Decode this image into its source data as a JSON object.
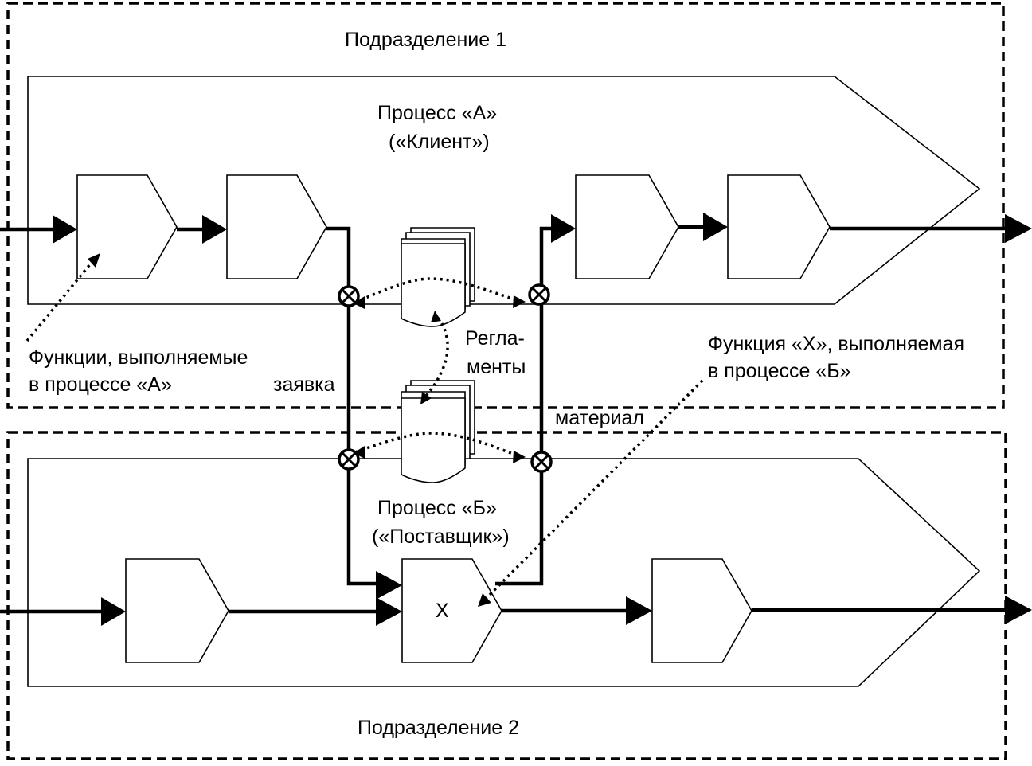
{
  "division1": {
    "label": "Подразделение 1"
  },
  "division2": {
    "label": "Подразделение 2"
  },
  "processA": {
    "title": "Процесс «А»",
    "subtitle": "(«Клиент»)"
  },
  "processB": {
    "title": "Процесс «Б»",
    "subtitle": "(«Поставщик»)"
  },
  "labels": {
    "functionsA_line1": "Функции, выполняемые",
    "functionsA_line2": "в процессе «А»",
    "functionX_line1": "Функция «Х», выполняемая",
    "functionX_line2": "в процессе «Б»",
    "request": "заявка",
    "material": "материал",
    "regulations_line1": "Регла-",
    "regulations_line2": "менты",
    "function_x": "Х"
  }
}
